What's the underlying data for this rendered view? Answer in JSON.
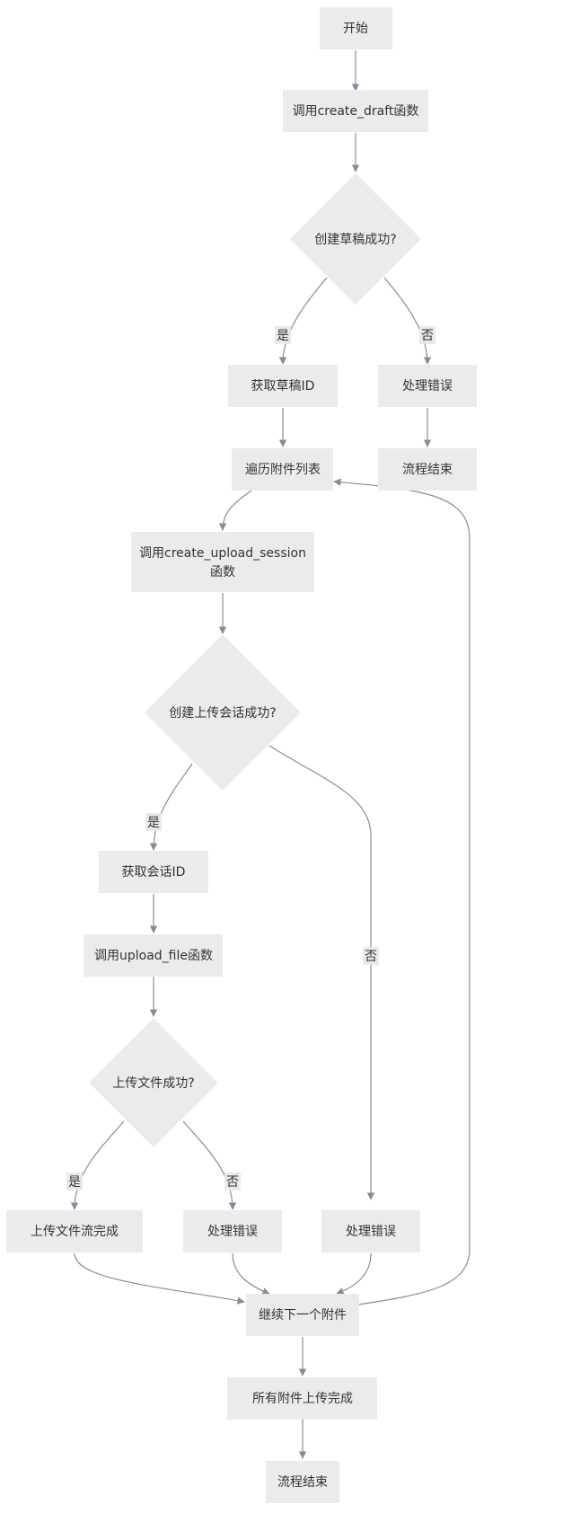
{
  "diagram": {
    "nodes": {
      "start": "开始",
      "call_create_draft": "调用create_draft函数",
      "draft_success": "创建草稿成功?",
      "get_draft_id": "获取草稿ID",
      "handle_error_1": "处理错误",
      "end_1": "流程结束",
      "iterate_attachments": "遍历附件列表",
      "call_create_upload_session_line1": "调用create_upload_session",
      "call_create_upload_session_line2": "函数",
      "upload_session_success": "创建上传会话成功?",
      "get_session_id": "获取会话ID",
      "call_upload_file": "调用upload_file函数",
      "upload_file_success": "上传文件成功?",
      "upload_stream_done": "上传文件流完成",
      "handle_error_2": "处理错误",
      "handle_error_3": "处理错误",
      "continue_next": "继续下一个附件",
      "all_uploaded": "所有附件上传完成",
      "end_2": "流程结束"
    },
    "edge_labels": {
      "yes": "是",
      "no": "否"
    },
    "colors": {
      "node_fill": "#ebebed",
      "edge_stroke": "#8a8b99",
      "text": "#333333"
    }
  }
}
